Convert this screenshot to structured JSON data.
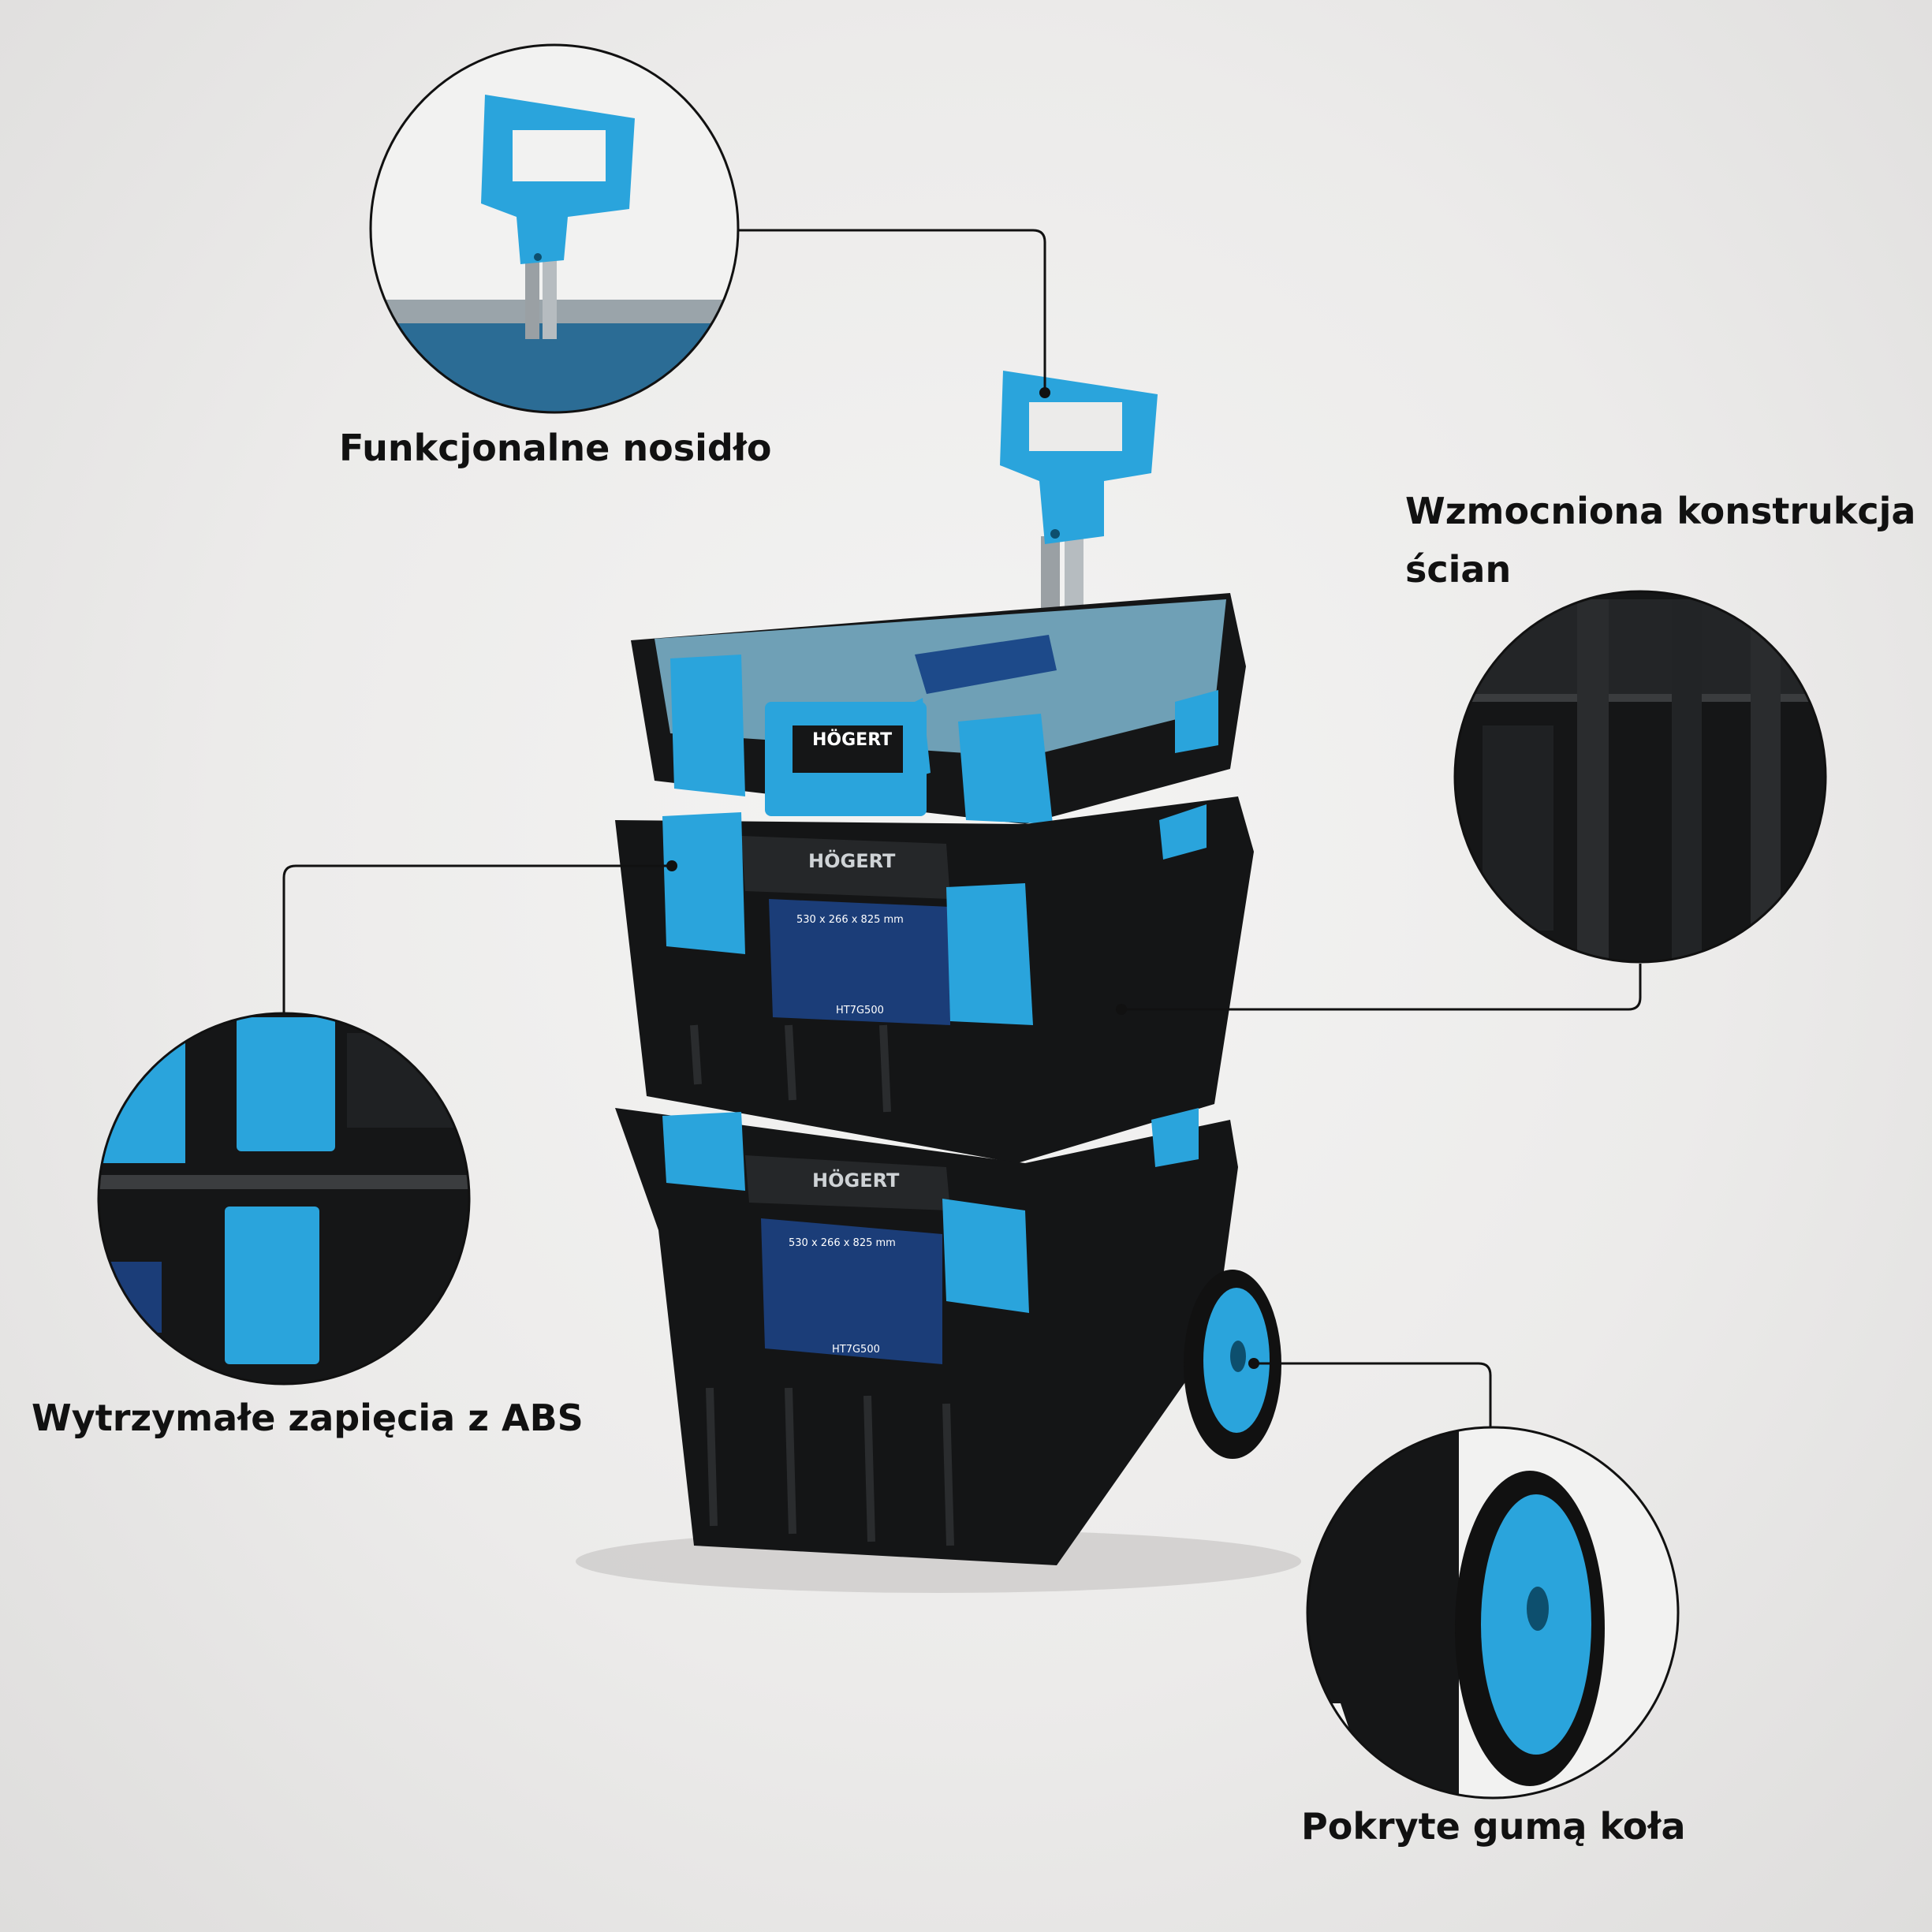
{
  "callouts": {
    "handle": "Funkcjonalne nosidło",
    "walls_line1": "Wzmocniona konstrukcja",
    "walls_line2": "ścian",
    "latches": "Wytrzymałe zapięcia z ABS",
    "wheels": "Pokryte gumą koła"
  },
  "box_labels": {
    "top_lid": "HÖGERT",
    "middle_brand": "HÖGERT",
    "bottom_brand": "HÖGERT",
    "middle_size": "530 x 266 x 825 mm",
    "bottom_size": "530 x 266 x 825 mm",
    "middle_code": "HT7G500",
    "bottom_code": "HT7G500"
  },
  "colors": {
    "accent": "#2aa4dc",
    "plastic": "#141516",
    "background": "#ecebea"
  }
}
